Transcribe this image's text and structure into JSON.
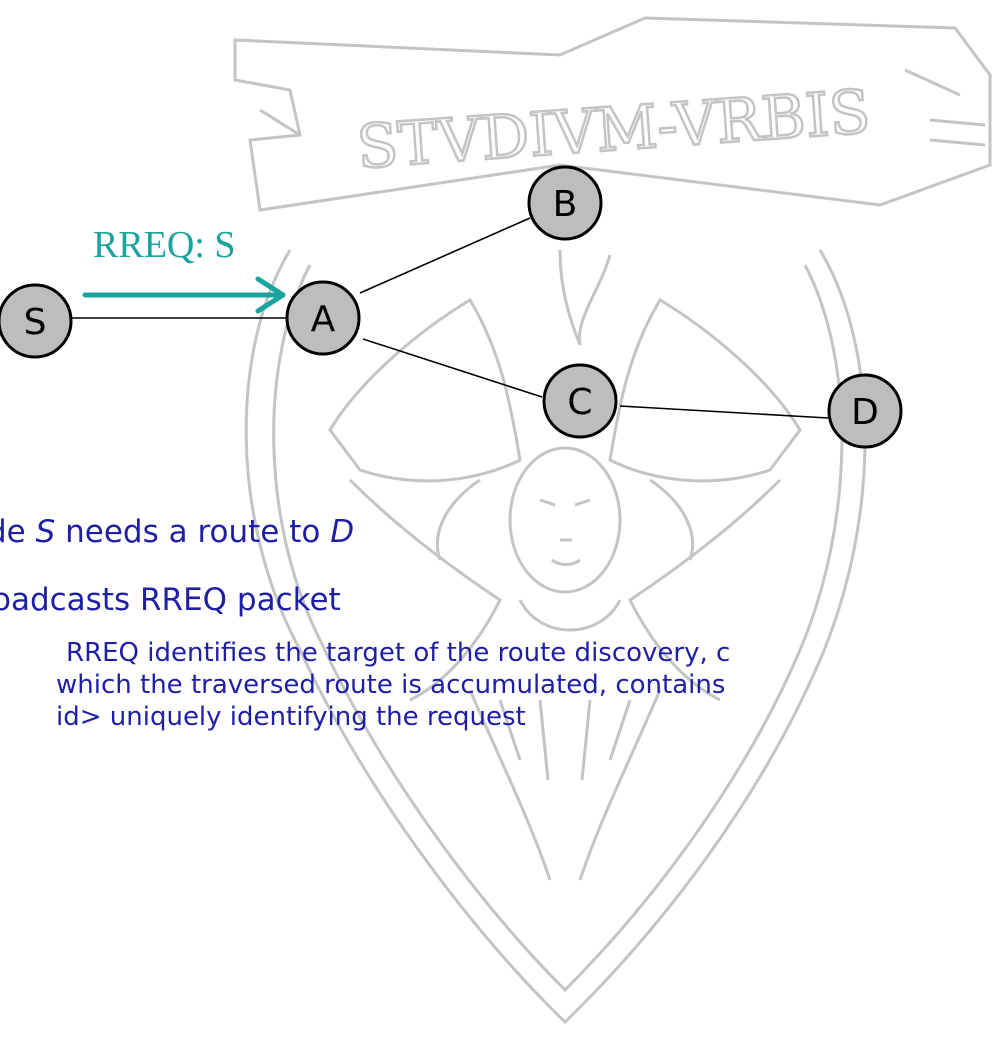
{
  "colors": {
    "text": "#1f1fa3",
    "arrow": "#1aa39f",
    "node_fill": "#bdbdbd",
    "node_stroke": "#000000",
    "watermark": "#c4c4c4"
  },
  "watermark": {
    "motto": "STVDIVM-VRBIS"
  },
  "diagram": {
    "arrow_label": "RREQ: S",
    "nodes": [
      {
        "id": "S",
        "label": "S"
      },
      {
        "id": "A",
        "label": "A"
      },
      {
        "id": "B",
        "label": "B"
      },
      {
        "id": "C",
        "label": "C"
      },
      {
        "id": "D",
        "label": "D"
      }
    ],
    "edges": [
      {
        "from": "S",
        "to": "A"
      },
      {
        "from": "A",
        "to": "B"
      },
      {
        "from": "A",
        "to": "C"
      },
      {
        "from": "C",
        "to": "D"
      }
    ],
    "message": {
      "from": "S",
      "to": "A",
      "label": "RREQ: S"
    }
  },
  "text": {
    "bullet1": {
      "prefix": "ode ",
      "node_s": "S",
      "middle": " needs a route to ",
      "node_d": "D"
    },
    "bullet2": "oadcasts RREQ packet",
    "bullet3": {
      "line1": "RREQ identifies the target of the route discovery, c",
      "line2": "which the traversed route is accumulated, contains",
      "line3": "id> uniquely identifying the request"
    }
  }
}
